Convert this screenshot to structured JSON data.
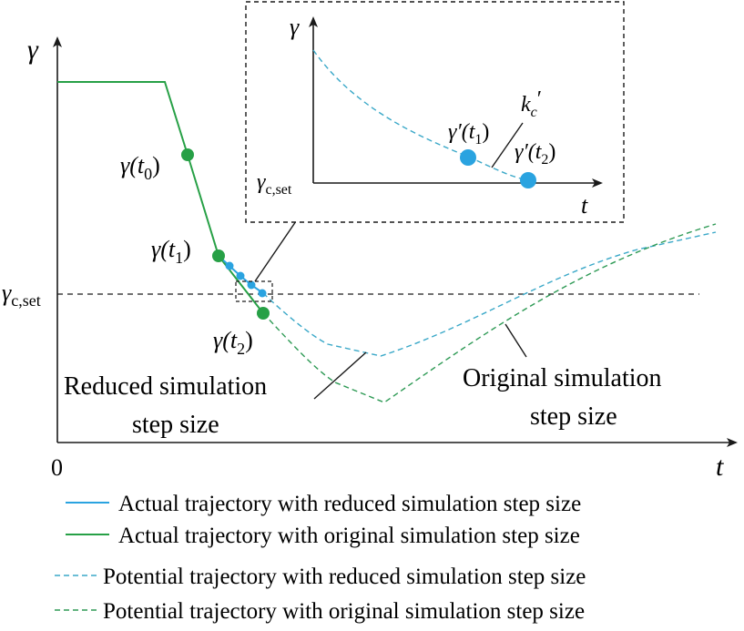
{
  "colors": {
    "blue": "#2aa3e0",
    "green": "#27a046",
    "blue_dashed": "#3aa8c8",
    "green_dashed": "#2e9a55",
    "black": "#1a1a1a"
  },
  "axes": {
    "y_label": "γ",
    "x_label": "t",
    "origin_label": "0",
    "setpoint_label": "γ",
    "setpoint_sub": "c,set"
  },
  "points": {
    "t0": {
      "fn": "γ(",
      "var": "t",
      "sub": "0",
      "close": ")"
    },
    "t1": {
      "fn": "γ(",
      "var": "t",
      "sub": "1",
      "close": ")"
    },
    "t2": {
      "fn": "γ(",
      "var": "t",
      "sub": "2",
      "close": ")"
    }
  },
  "annotations": {
    "reduced_line1": "Reduced simulation",
    "reduced_line2": "step size",
    "original_line1": "Original simulation",
    "original_line2": "step size"
  },
  "inset": {
    "y_label": "γ",
    "x_label": "t",
    "setpoint_label": "γ",
    "setpoint_sub": "c,set",
    "p1": {
      "fn": "γ′(",
      "var": "t",
      "sub": "1",
      "close": ")"
    },
    "p2": {
      "fn": "γ′(",
      "var": "t",
      "sub": "2",
      "close": ")"
    },
    "slope": {
      "var": "k",
      "sub": "c",
      "prime": "′"
    }
  },
  "legend": [
    {
      "style": "solid",
      "color": "blue",
      "label": "Actual trajectory with reduced simulation step size"
    },
    {
      "style": "solid",
      "color": "green",
      "label": "Actual trajectory with original simulation step size"
    },
    {
      "style": "dashed",
      "color": "blue_dashed",
      "label": "Potential trajectory with reduced simulation step size"
    },
    {
      "style": "dashed",
      "color": "green_dashed",
      "label": "Potential trajectory with original simulation step size"
    }
  ]
}
